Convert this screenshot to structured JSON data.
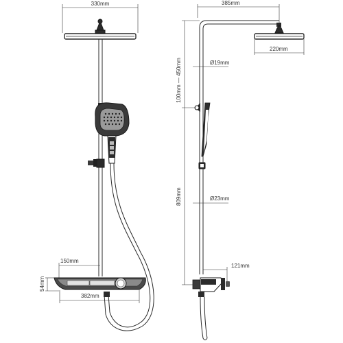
{
  "front_view": {
    "head_width": "330mm",
    "shelf_depth": "150mm",
    "shelf_height": "54mm",
    "shelf_width": "382mm"
  },
  "side_view": {
    "arm_reach": "385mm",
    "head_diameter": "220mm",
    "pipe_upper_diameter": "Ø19mm",
    "height_range": "100mm — 450mm",
    "pipe_lower_diameter": "Ø23mm",
    "riser_height": "809mm",
    "valve_depth": "121mm"
  }
}
